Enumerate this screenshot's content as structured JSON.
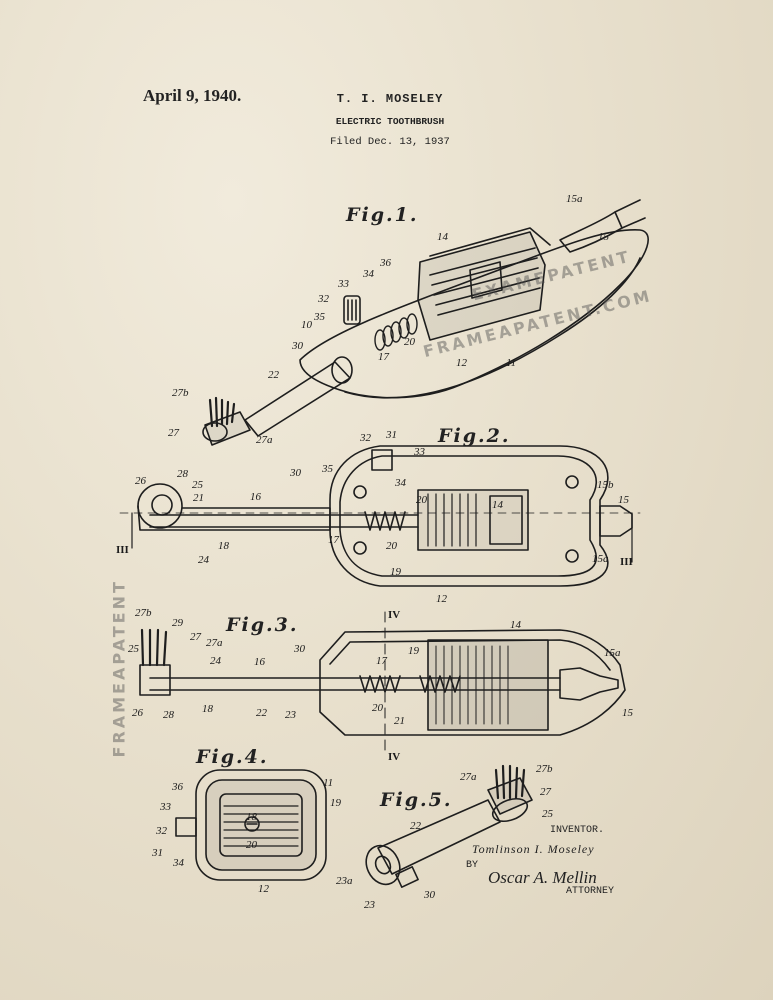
{
  "header": {
    "date": "April 9, 1940.",
    "inventor_short": "T. I. MOSELEY",
    "title": "ELECTRIC TOOTHBRUSH",
    "filed": "Filed Dec. 13, 1937"
  },
  "figures": {
    "fig1": "Fig.1.",
    "fig2": "Fig.2.",
    "fig3": "Fig.3.",
    "fig4": "Fig.4.",
    "fig5": "Fig.5."
  },
  "section_marks": {
    "iii_left": "III",
    "iii_right": "III",
    "iv_top": "IV",
    "iv_bottom": "IV"
  },
  "watermarks": {
    "a": "EXAMEPATENT",
    "b": "FRAMEAPATENT.COM",
    "c": "FRAMEAPATENT"
  },
  "signature": {
    "inventor_label": "INVENTOR.",
    "inventor_name": "Tomlinson I. Moseley",
    "by": "BY",
    "attorney_name": "Oscar A. Mellin",
    "attorney_label": "ATTORNEY"
  },
  "reference_numerals": {
    "f1": [
      "15a",
      "15",
      "14",
      "36",
      "34",
      "33",
      "32",
      "35",
      "10",
      "30",
      "22",
      "27b",
      "27",
      "27a",
      "12",
      "17",
      "20",
      "11"
    ],
    "f2": [
      "32",
      "31",
      "33",
      "35",
      "30",
      "28",
      "26",
      "25",
      "21",
      "16",
      "34",
      "20",
      "14",
      "15b",
      "15",
      "18",
      "24",
      "17",
      "20",
      "19",
      "15a",
      "12"
    ],
    "f3": [
      "27b",
      "29",
      "27",
      "27a",
      "25",
      "24",
      "16",
      "30",
      "17",
      "19",
      "14",
      "15a",
      "26",
      "28",
      "18",
      "22",
      "23",
      "20",
      "21",
      "15"
    ],
    "f4": [
      "36",
      "33",
      "32",
      "31",
      "34",
      "18",
      "20",
      "11",
      "19",
      "12"
    ],
    "f5": [
      "27a",
      "27b",
      "27",
      "25",
      "22",
      "23a",
      "23",
      "30"
    ]
  }
}
